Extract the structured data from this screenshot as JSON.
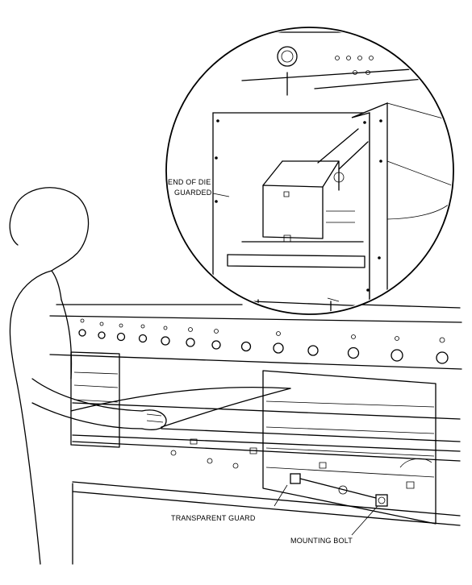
{
  "labels": {
    "end_of_die_line1": "END OF DIE",
    "end_of_die_line2": "GUARDED",
    "transparent_guard": "TRANSPARENT GUARD",
    "mounting_bolt": "MOUNTING BOLT"
  },
  "colors": {
    "ink": "#000000",
    "paper": "#ffffff"
  },
  "icons": [
    "worker-figure",
    "press-brake",
    "transparent-guard",
    "mounting-bolt",
    "detail-magnifier-circle"
  ]
}
